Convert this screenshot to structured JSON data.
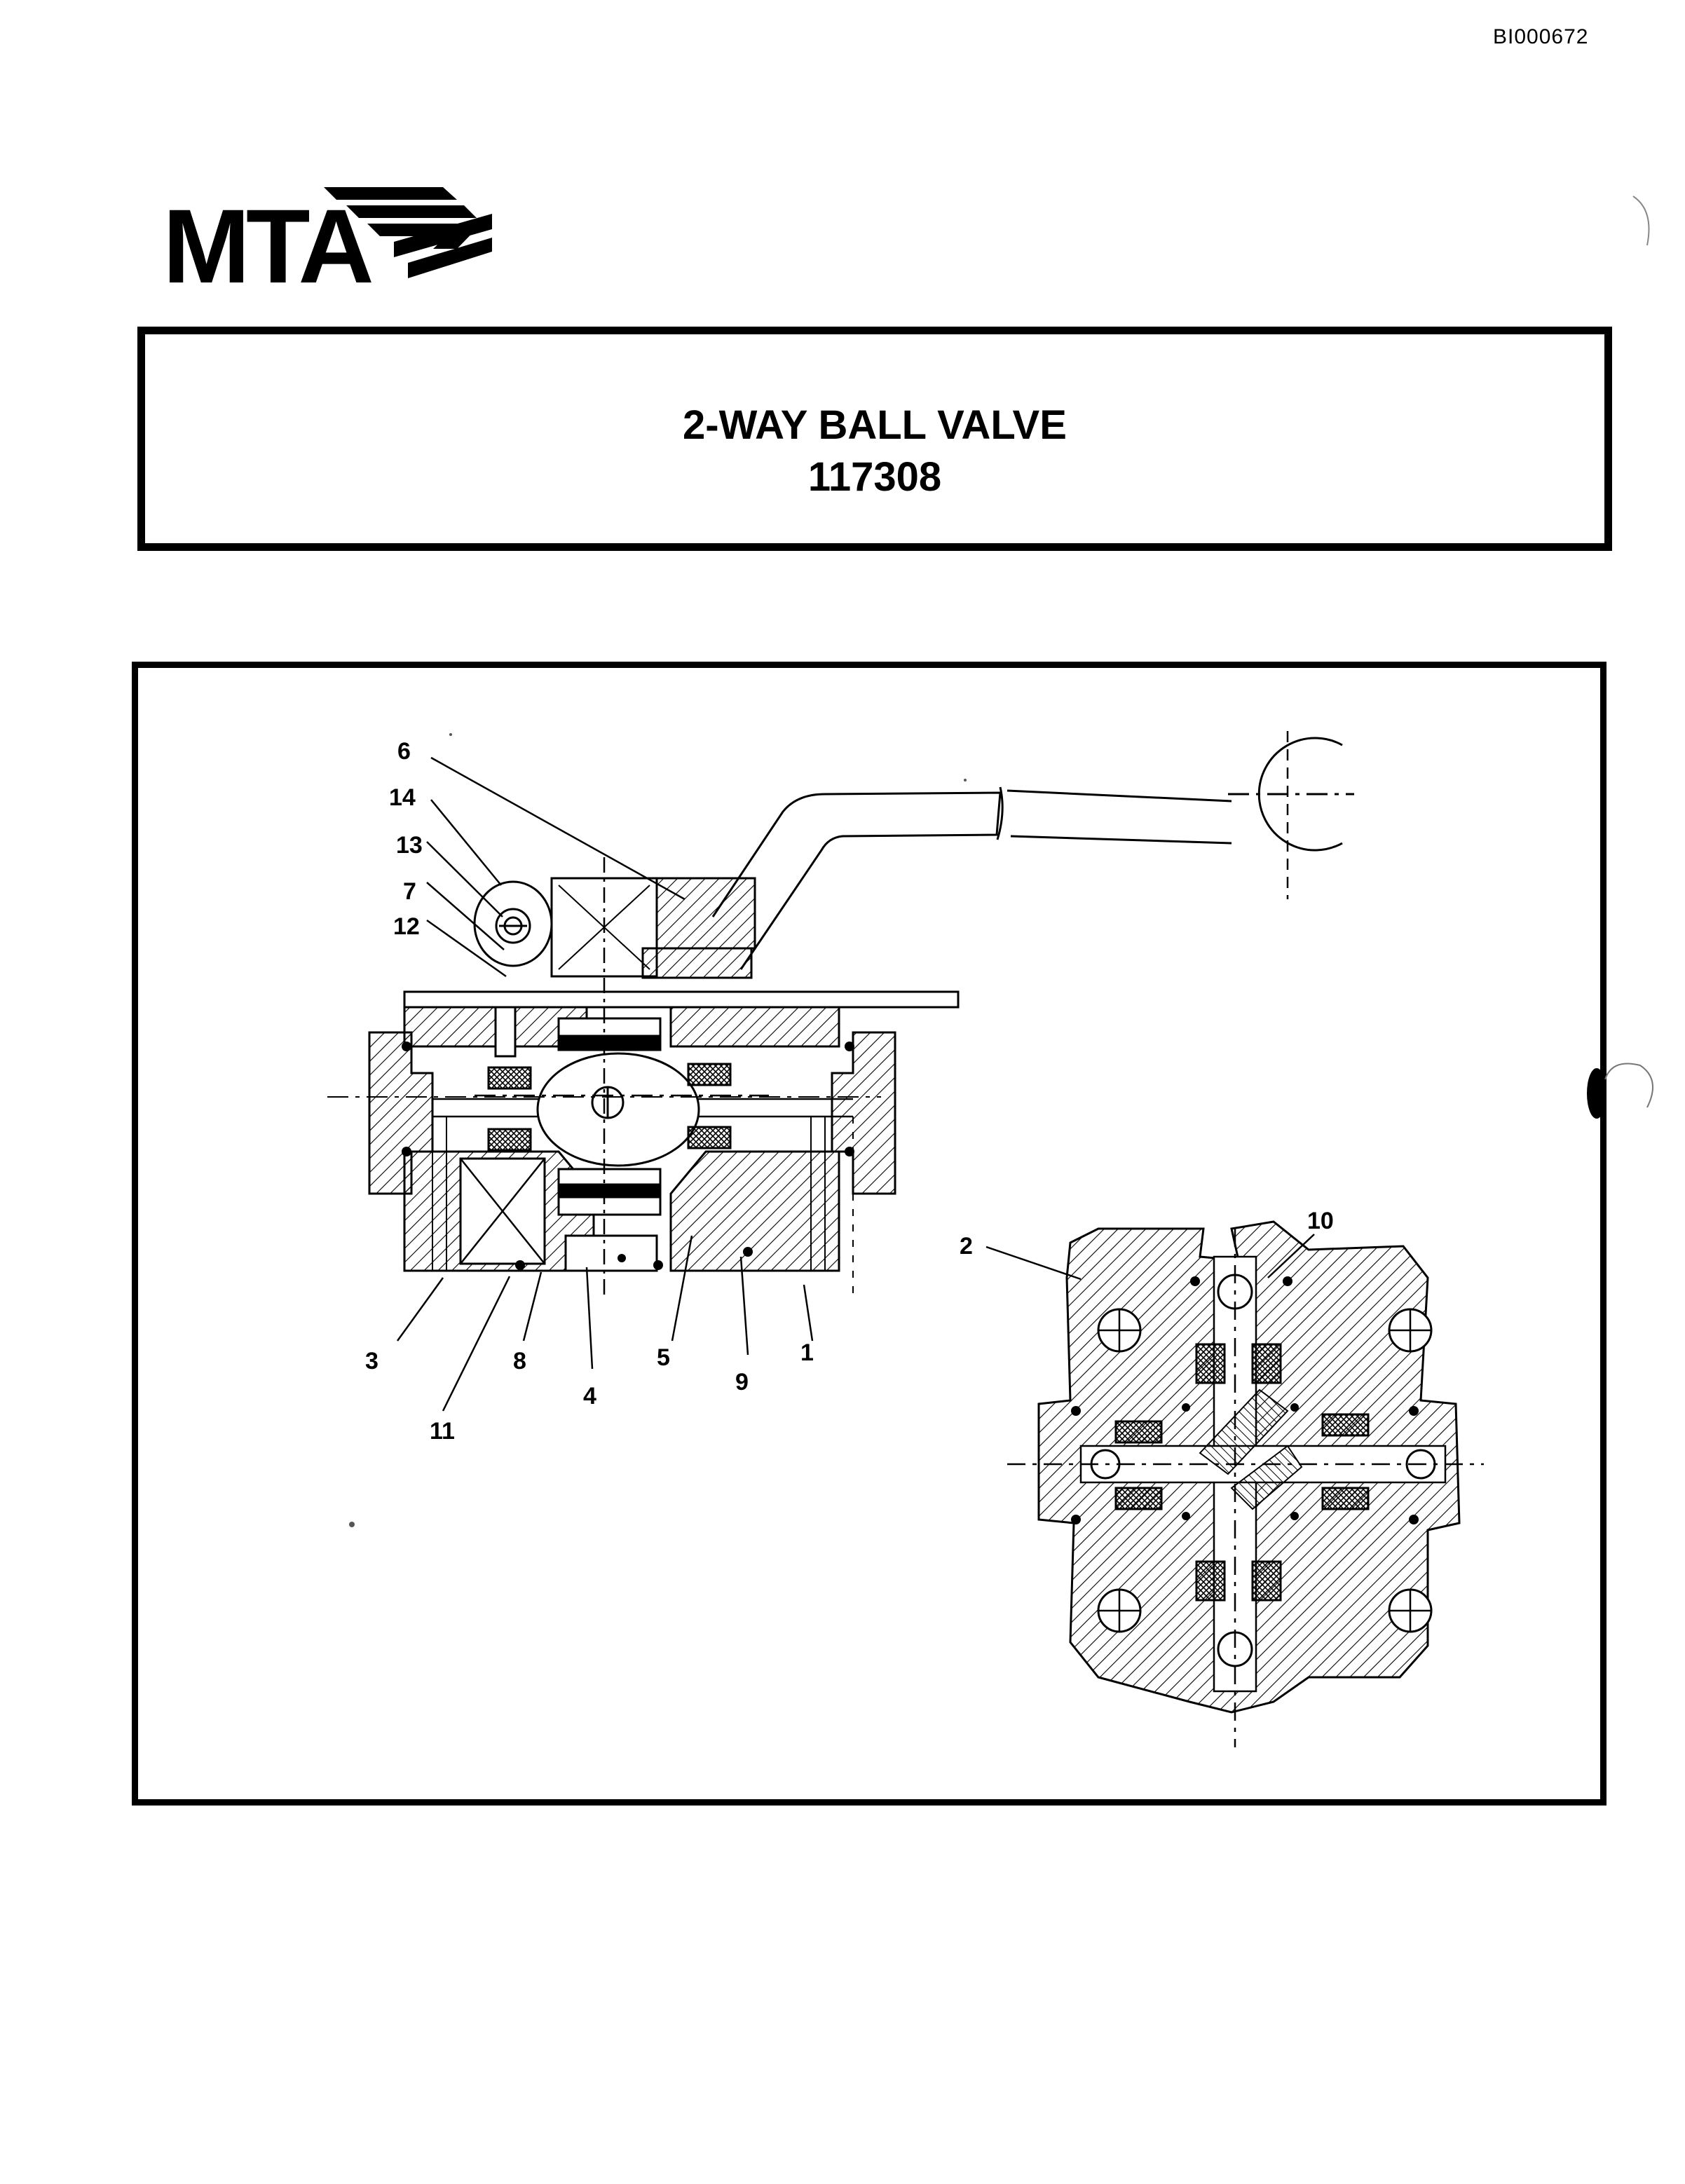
{
  "document": {
    "id_code": "BI000672",
    "logo_text": "MTA",
    "title": "2-WAY BALL VALVE",
    "part_number": "117308"
  },
  "figure": {
    "callouts_side_view": [
      "6",
      "14",
      "13",
      "7",
      "12",
      "3",
      "11",
      "8",
      "4",
      "5",
      "9",
      "1"
    ],
    "callouts_top_view": [
      "2",
      "10"
    ]
  },
  "colors": {
    "ink": "#000000",
    "paper": "#ffffff"
  }
}
